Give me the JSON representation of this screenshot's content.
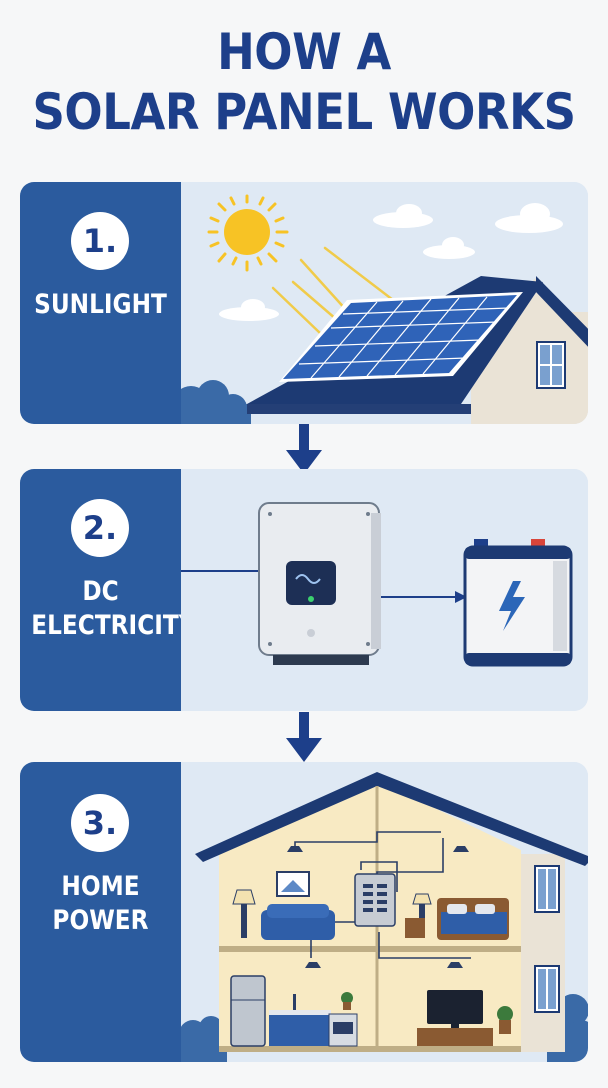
{
  "title": {
    "line1": "HOW A",
    "line2": "SOLAR PANEL WORKS"
  },
  "steps": [
    {
      "number": "1.",
      "label_line1": "SUNLIGHT",
      "label_line2": ""
    },
    {
      "number": "2.",
      "label_line1": "DC",
      "label_line2": "ELECTRICITY"
    },
    {
      "number": "3.",
      "label_line1": "HOME",
      "label_line2": "POWER"
    }
  ],
  "colors": {
    "title": "#1d3f8a",
    "panel_left": "#2b5b9e",
    "panel_bg": "#dfe9f4",
    "arrow": "#1d3f8a",
    "sun": "#f7c325",
    "solar_cell": "#2f63b8"
  }
}
